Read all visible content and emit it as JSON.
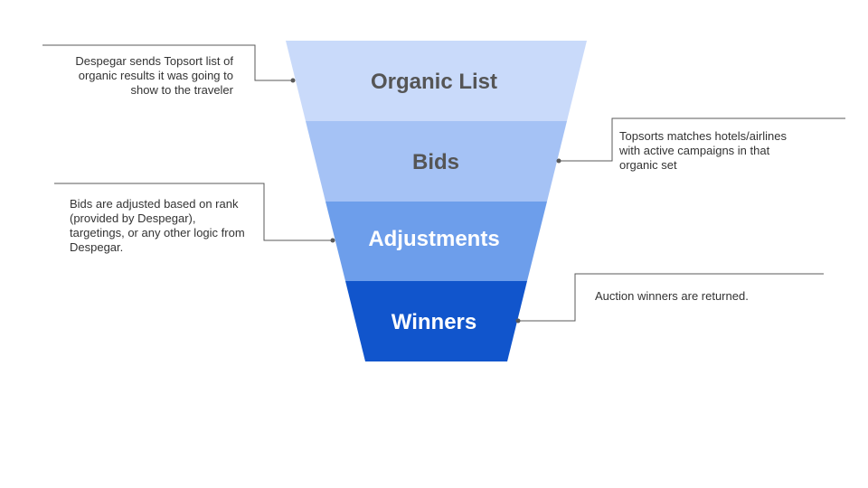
{
  "stages": [
    {
      "label": "Organic List",
      "fill": "#c9dafa",
      "text_color": "#555555"
    },
    {
      "label": "Bids",
      "fill": "#a5c2f5",
      "text_color": "#555555"
    },
    {
      "label": "Adjustments",
      "fill": "#6d9eeb",
      "text_color": "#ffffff"
    },
    {
      "label": "Winners",
      "fill": "#1155cc",
      "text_color": "#ffffff"
    }
  ],
  "annotations": [
    {
      "text_lines": [
        "Despegar sends Topsort list of",
        "organic results it was going to",
        "show to the traveler"
      ]
    },
    {
      "text_lines": [
        "Topsorts matches hotels/airlines",
        "with active campaigns in that",
        "organic set"
      ]
    },
    {
      "text_lines": [
        "Bids are adjusted based on rank",
        "(provided by Despegar),",
        "targetings, or any other logic from",
        "Despegar."
      ]
    },
    {
      "text_lines": [
        "Auction winners are returned."
      ]
    }
  ],
  "connector_color": "#595959"
}
